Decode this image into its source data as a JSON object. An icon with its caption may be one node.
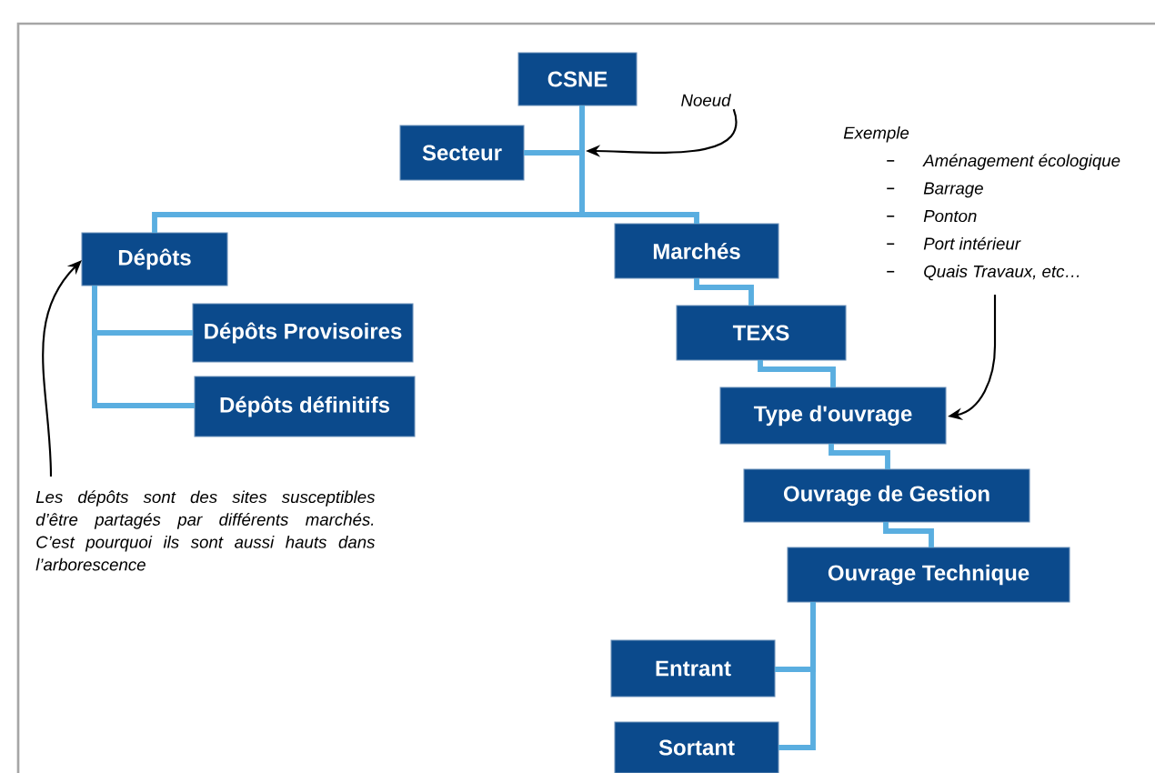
{
  "diagram": {
    "nodes": [
      {
        "text": [
          "CSNE"
        ]
      },
      {
        "text": [
          "Secteur"
        ]
      },
      {
        "text": [
          "Dépôts"
        ]
      },
      {
        "text": [
          "Marchés"
        ]
      },
      {
        "text": [
          "Dépôts Provisoires"
        ]
      },
      {
        "text": [
          "Dépôts définitifs"
        ]
      },
      {
        "text": [
          "TEXS"
        ]
      },
      {
        "text": [
          "Type d'ouvrage"
        ]
      },
      {
        "text": [
          "Ouvrage de Gestion"
        ]
      },
      {
        "text": [
          "Ouvrage Technique"
        ]
      },
      {
        "text": [
          "Entrant"
        ]
      },
      {
        "text": [
          "Sortant"
        ]
      },
      {
        "text": [
          "Noeud"
        ]
      },
      {
        "text": [
          "Exemple",
          "Aménagement écologique",
          "Barrage",
          "Ponton",
          "Port intérieur",
          "Quais Travaux, etc…"
        ]
      },
      {
        "text": [
          "Les dépôts sont des sites susceptibles d’être partagés par différents marchés. C’est pourquoi ils sont aussi hauts dans l’arborescence"
        ]
      }
    ],
    "edges": [
      {
        "from": 0,
        "to": 1,
        "arrow": "none"
      },
      {
        "from": 0,
        "to": 2,
        "arrow": "none"
      },
      {
        "from": 0,
        "to": 3,
        "arrow": "none"
      },
      {
        "from": 2,
        "to": 4,
        "arrow": "none"
      },
      {
        "from": 2,
        "to": 5,
        "arrow": "none"
      },
      {
        "from": 3,
        "to": 6,
        "arrow": "none"
      },
      {
        "from": 6,
        "to": 7,
        "arrow": "none"
      },
      {
        "from": 7,
        "to": 8,
        "arrow": "none"
      },
      {
        "from": 8,
        "to": 9,
        "arrow": "none"
      },
      {
        "from": 9,
        "to": 10,
        "arrow": "none"
      },
      {
        "from": 9,
        "to": 11,
        "arrow": "none"
      },
      {
        "from": 12,
        "to": null,
        "arrow": "to",
        "color": "#000000"
      },
      {
        "from": 13,
        "to": 7,
        "arrow": "to",
        "color": "#000000"
      },
      {
        "from": 14,
        "to": 2,
        "arrow": "to",
        "color": "#000000"
      }
    ]
  }
}
